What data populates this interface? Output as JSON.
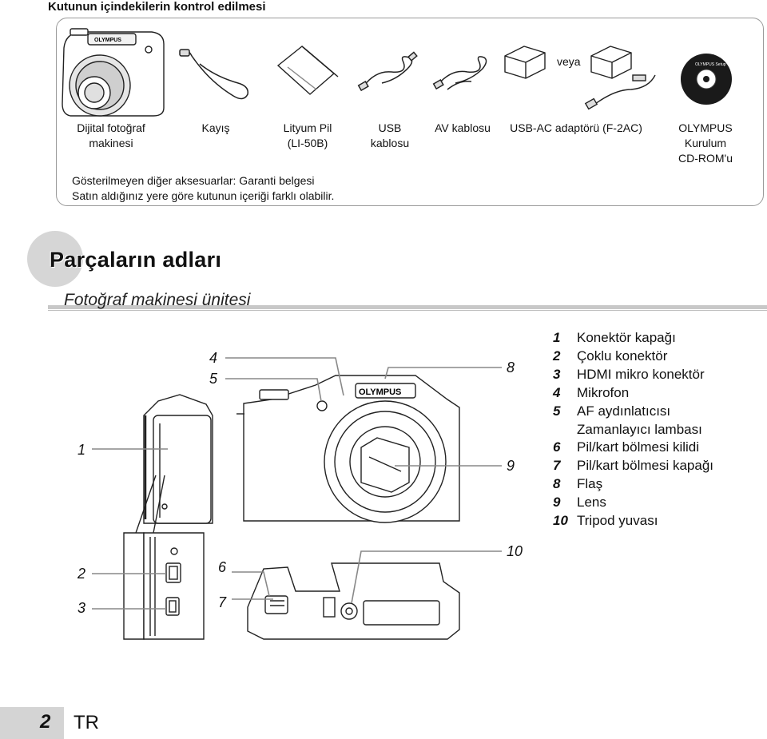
{
  "contents": {
    "heading": "Kutunun içindekilerin kontrol edilmesi",
    "items": [
      {
        "line1": "Dijital fotoğraf",
        "line2": "makinesi",
        "line3": ""
      },
      {
        "line1": "Kayış",
        "line2": "",
        "line3": ""
      },
      {
        "line1": "Lityum Pil",
        "line2": "(LI-50B)",
        "line3": ""
      },
      {
        "line1": "USB",
        "line2": "kablosu",
        "line3": ""
      },
      {
        "line1": "AV kablosu",
        "line2": "",
        "line3": ""
      },
      {
        "line1": "USB-AC adaptörü (F-2AC)",
        "line2": "",
        "line3": ""
      },
      {
        "line1": "OLYMPUS",
        "line2": "Kurulum",
        "line3": "CD-ROM'u"
      }
    ],
    "or_label": "veya",
    "note_line1": "Gösterilmeyen diğer aksesuarlar: Garanti belgesi",
    "note_line2": "Satın aldığınız yere göre kutunun içeriği farklı olabilir.",
    "camera_brand": "OLYMPUS",
    "cd_text": "OLYMPUS Setup"
  },
  "section": {
    "title": "Parçaların adları",
    "subtitle": "Fotoğraf makinesi ünitesi"
  },
  "callouts": [
    "1",
    "2",
    "3",
    "4",
    "5",
    "6",
    "7",
    "8",
    "9",
    "10"
  ],
  "figure_brand": "OLYMPUS",
  "parts": [
    {
      "num": "1",
      "label": "Konektör kapağı"
    },
    {
      "num": "2",
      "label": "Çoklu konektör"
    },
    {
      "num": "3",
      "label": "HDMI mikro konektör"
    },
    {
      "num": "4",
      "label": "Mikrofon"
    },
    {
      "num": "5",
      "label": "AF aydınlatıcısı"
    },
    {
      "num": "",
      "label": "Zamanlayıcı lambası"
    },
    {
      "num": "6",
      "label": "Pil/kart bölmesi kilidi"
    },
    {
      "num": "7",
      "label": "Pil/kart bölmesi kapağı"
    },
    {
      "num": "8",
      "label": "Flaş"
    },
    {
      "num": "9",
      "label": "Lens"
    },
    {
      "num": "10",
      "label": "Tripod yuvası"
    }
  ],
  "footer": {
    "page": "2",
    "lang": "TR"
  }
}
